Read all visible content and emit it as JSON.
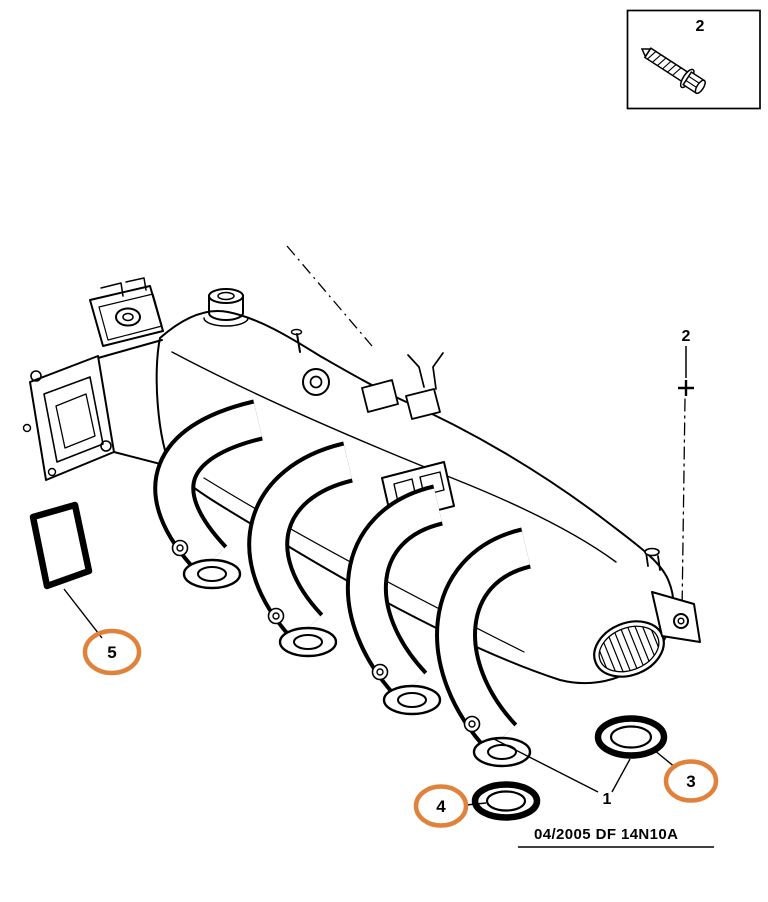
{
  "caption": "04/2005 DF 14N10A",
  "callouts": {
    "manifold": "1",
    "bolt": "2",
    "bolt_detail": "2",
    "seal_outer": "3",
    "seal_inner": "4",
    "gasket": "5"
  },
  "colors": {
    "highlight": "#E0813C",
    "line": "#000000",
    "background": "#FFFFFF"
  }
}
